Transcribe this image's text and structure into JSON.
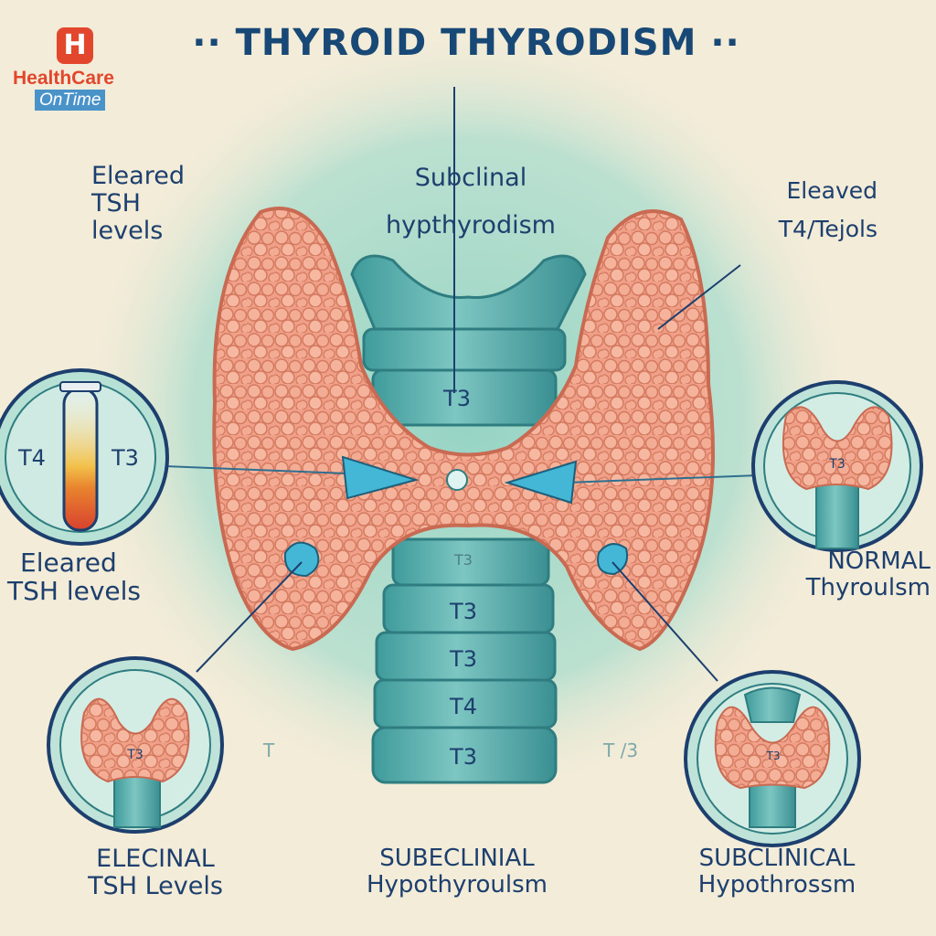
{
  "brand": {
    "badge": "H",
    "name": "HealthCare",
    "tagline": "OnTime"
  },
  "title": "·· THYROID THYRODISM ··",
  "labels": {
    "top_left": [
      "Eleared",
      "TSH",
      "levels"
    ],
    "top_center": [
      "Subclinal",
      "hypthyrodism"
    ],
    "top_right": [
      "Eleaved",
      "T4/Tejols"
    ],
    "mid_left": [
      "Eleared",
      "TSH levels"
    ],
    "mid_right": [
      "NORMAL",
      "Thyroulsm"
    ],
    "bottom_left": [
      "ELECINAL",
      "TSH Levels"
    ],
    "bottom_center": [
      "SUBECLINIAL",
      "Hypothyroulsm"
    ],
    "bottom_right": [
      "SUBCLINICAL",
      "Hypothrossm"
    ],
    "faint_left": "T",
    "faint_right": "T /3"
  },
  "test_tube": {
    "left_label": "T4",
    "right_label": "T3"
  },
  "trachea_labels": [
    "T3",
    "T3",
    "T3",
    "T3",
    "T4",
    "T3"
  ],
  "inset_labels": [
    "T3",
    "T3",
    "T3"
  ],
  "colors": {
    "background": "#f3ecd8",
    "glow": "#9fd8c8",
    "gland": "#ee9c82",
    "gland_dark": "#c75f45",
    "trachea": "#5fb3b0",
    "arrow": "#44b6d6",
    "text": "#1d3f6e"
  }
}
